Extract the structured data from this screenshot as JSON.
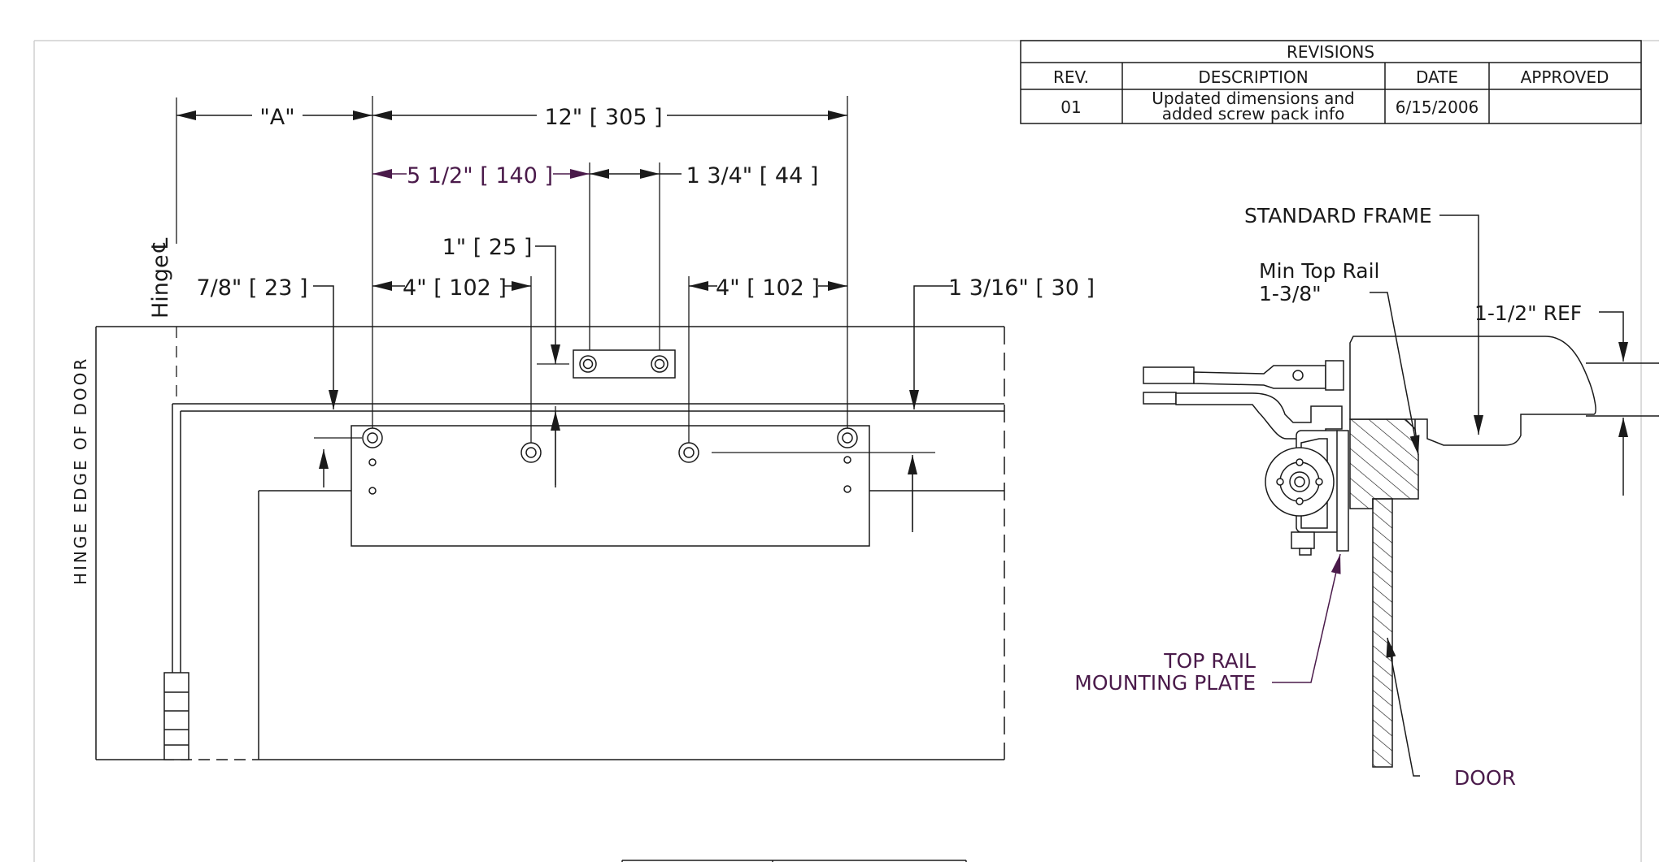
{
  "revisions": {
    "title": "REVISIONS",
    "headers": [
      "REV.",
      "DESCRIPTION",
      "DATE",
      "APPROVED"
    ],
    "row": {
      "rev": "01",
      "description_line1": "Updated dimensions and",
      "description_line2": "added screw pack info",
      "date": "6/15/2006",
      "approved": ""
    }
  },
  "front_view": {
    "hinge_cl_label": "Hinge",
    "hinge_cl_symbol": "℄",
    "hinge_edge_label": "HINGE EDGE OF DOOR",
    "dims": {
      "a": "\"A\"",
      "twelve": "12\" [ 305 ]",
      "five_half": "5 1/2\" [ 140 ]",
      "one_three_quarter": "1 3/4\" [ 44 ]",
      "one_inch": "1\" [ 25 ]",
      "seven_eighth": "7/8\" [ 23 ]",
      "four_left": "4\" [ 102 ]",
      "four_right": "4\" [ 102 ]",
      "one_three_sixteenth": "1 3/16\" [ 30 ]"
    }
  },
  "section_view": {
    "standard_frame": "STANDARD FRAME",
    "min_top_rail_line1": "Min Top Rail",
    "min_top_rail_line2": "1-3/8\"",
    "one_half_ref": "1-1/2\" REF",
    "top_rail_line1": "TOP RAIL",
    "top_rail_line2": "MOUNTING PLATE",
    "door": "DOOR"
  },
  "colors": {
    "line": "#1a1a1a",
    "accent_purple": "#4a1a4a"
  }
}
